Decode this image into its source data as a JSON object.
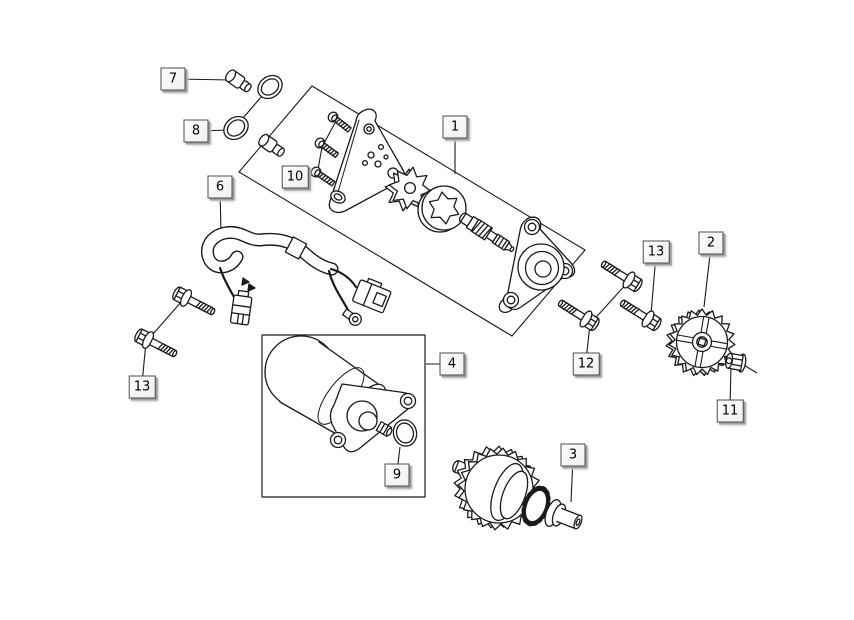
{
  "diagram": {
    "type": "exploded-parts-diagram",
    "background_color": "#ffffff",
    "line_color": "#1a1a1a",
    "callout_style": {
      "face_color": "#f4f4f4",
      "border_color": "#4c4c4c",
      "shadow_color": "#9f9f9f",
      "text_color": "#000000"
    },
    "callouts": {
      "c1": {
        "label": "1"
      },
      "c2": {
        "label": "2"
      },
      "c3": {
        "label": "3"
      },
      "c4": {
        "label": "4"
      },
      "c6": {
        "label": "6"
      },
      "c7": {
        "label": "7"
      },
      "c8": {
        "label": "8"
      },
      "c9": {
        "label": "9"
      },
      "c10": {
        "label": "10"
      },
      "c11": {
        "label": "11"
      },
      "c12": {
        "label": "12"
      },
      "c13a": {
        "label": "13"
      },
      "c13b": {
        "label": "13"
      }
    }
  }
}
